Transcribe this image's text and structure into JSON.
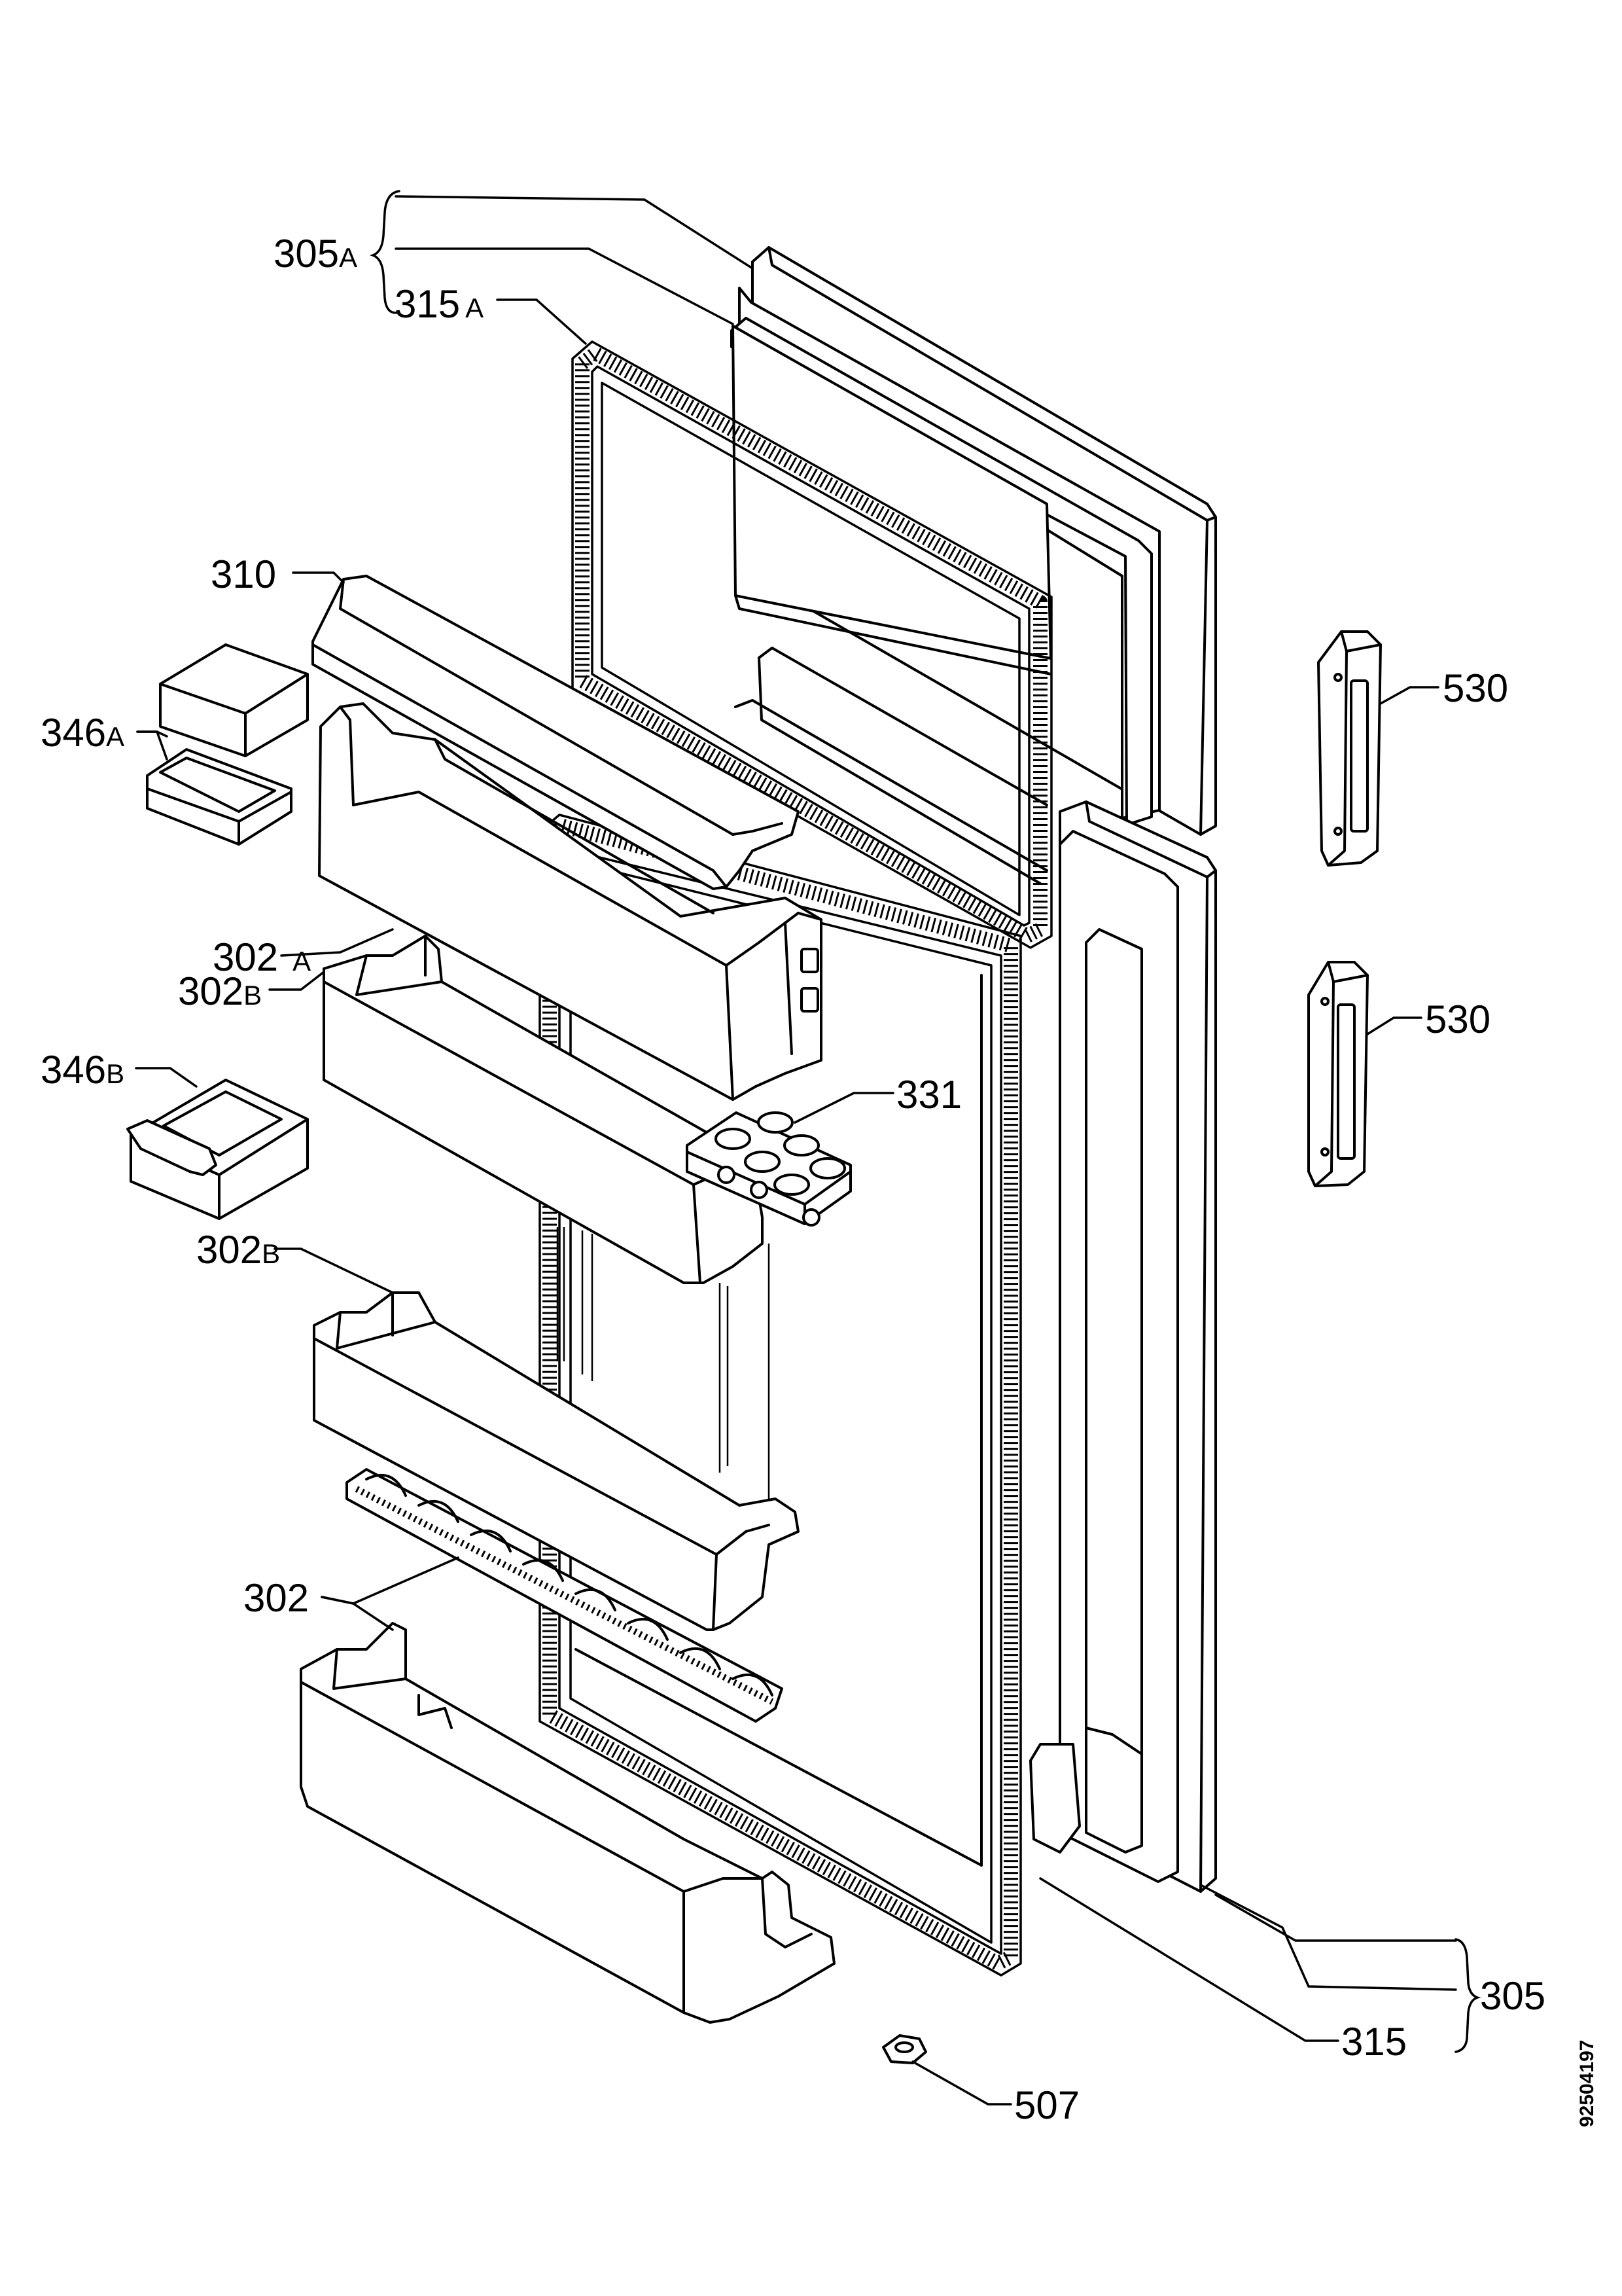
{
  "labels": {
    "p305A": {
      "num": "305",
      "suffix": "A"
    },
    "p315A": {
      "num": "315",
      "suffix": "A"
    },
    "p310": {
      "num": "310",
      "suffix": ""
    },
    "p346A": {
      "num": "346",
      "suffix": "A"
    },
    "p302A": {
      "num": "302",
      "suffix": "A"
    },
    "p302B_upper": {
      "num": "302",
      "suffix": "B"
    },
    "p346B": {
      "num": "346",
      "suffix": "B"
    },
    "p302B_lower": {
      "num": "302",
      "suffix": "B"
    },
    "p302": {
      "num": "302",
      "suffix": ""
    },
    "p331": {
      "num": "331",
      "suffix": ""
    },
    "p530_upper": {
      "num": "530",
      "suffix": ""
    },
    "p530_lower": {
      "num": "530",
      "suffix": ""
    },
    "p305": {
      "num": "305",
      "suffix": ""
    },
    "p315": {
      "num": "315",
      "suffix": ""
    },
    "p507": {
      "num": "507",
      "suffix": ""
    }
  },
  "drawing_code": "92504197"
}
